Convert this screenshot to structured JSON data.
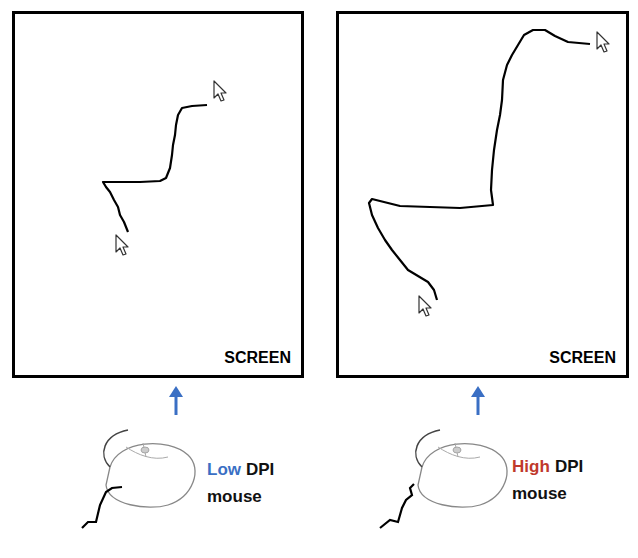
{
  "diagram": {
    "nodes": [
      {
        "text": [
          "SCREEN"
        ]
      },
      {
        "text": [
          "SCREEN"
        ]
      }
    ],
    "labels": [
      "Low",
      "DPI",
      "mouse",
      "High",
      "DPI",
      "mouse"
    ]
  }
}
